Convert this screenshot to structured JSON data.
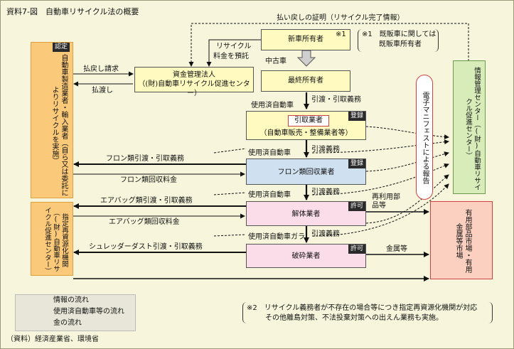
{
  "title": "資料7-図　自動車リサイクル法の概要",
  "top_label": "払い戻しの証明（リサイクル完了情報）",
  "new_owner": {
    "label": "新車所有者",
    "note_mark": "※1"
  },
  "note1": {
    "line1": "※1　既販車に関しては",
    "line2": "既販車所有者"
  },
  "recycle_fee": {
    "line1": "リサイクル",
    "line2": "料金を預託"
  },
  "used_car": "中古車",
  "final_owner": "最終所有者",
  "fund_manager": {
    "line1": "資金管理法人",
    "line2": "（(財)自動車リサイクル促進センター）"
  },
  "left_arrows": {
    "request": "払戻し請求",
    "payout": "払渡し"
  },
  "manufacturer": {
    "badge": "認定",
    "text": "自動車製造業者・輸入業者（自ら又は委託によりリサイクルを実施）"
  },
  "designated": {
    "text": "指定再資源化機関（(財)自動車リサイクル促進センター）"
  },
  "info_center": {
    "text": "情報管理センター（(財)自動車リサイクル促進センター）"
  },
  "manifest": {
    "text": "電子マニフェストによる報告"
  },
  "buyers": {
    "text": "有用部品市場・有用金属等市場"
  },
  "collector": {
    "label": "引取業者",
    "sub": "（自動車販売・整備業者等）",
    "badge": "登録"
  },
  "freon": {
    "label": "フロン類回収業者",
    "badge": "登録"
  },
  "dismantler": {
    "label": "解体業者",
    "badge": "許可"
  },
  "shredder": {
    "label": "破砕業者",
    "badge": "許可"
  },
  "flow_labels": {
    "hikitori_gimu": "引渡・引取義務",
    "used_car_1": "使用済自動車",
    "used_car_2": "使用済自動車",
    "used_car_3": "使用済自動車",
    "used_car_gara": "使用済自動車ガラ",
    "hikiwatashi_1": "引渡義務",
    "hikiwatashi_2": "引渡義務",
    "hikiwatashi_3": "引渡義務",
    "freon_duty": "フロン類引渡・引取義務",
    "freon_fee": "フロン類回収料金",
    "airbag_duty": "エアバッグ類引渡・引取義務",
    "airbag_fee": "エアバッグ類回収料金",
    "asr_duty": "シュレッダーダスト引渡・引取義務",
    "reuse_parts": "再利用部品等",
    "metals": "金属等"
  },
  "legend": {
    "info": "情報の流れ",
    "car": "使用済自動車等の流れ",
    "money": "金の流れ"
  },
  "note2": {
    "line1": "※2　リサイクル義務者が不存在の場合等につき指定再資源化機関が対応",
    "line2": "その他離島対策、不法投棄対策への出えん業務も実施。"
  },
  "source": "（資料）経済産業省、環境省",
  "colors": {
    "orange": "#fbc97a",
    "yellow": "#fffbc0",
    "blue": "#cfe0f0",
    "pink": "#fbdde9",
    "green": "#d7ecb8",
    "salmon": "#fbd0c0"
  }
}
